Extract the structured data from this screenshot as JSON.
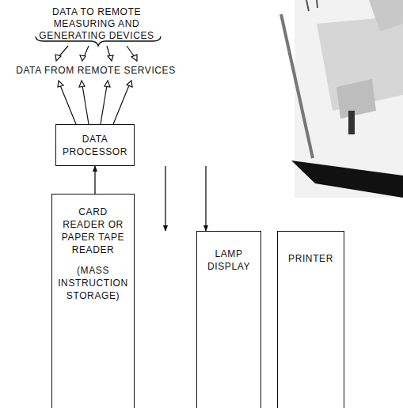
{
  "diagram": {
    "nodes": [
      {
        "text": [
          "DATA PROCESSOR"
        ]
      },
      {
        "text": [
          "CARD READER OR PAPER TAPE READER",
          "(MASS INSTRUCTION STORAGE)"
        ]
      },
      {
        "text": [
          "LAMP DISPLAY"
        ]
      },
      {
        "text": [
          "PRINTER"
        ]
      }
    ],
    "edges": [
      {
        "from": 1,
        "to": 0,
        "arrow": "to"
      },
      {
        "from": 0,
        "to": 2,
        "arrow": "to"
      },
      {
        "from": 0,
        "to": 3,
        "arrow": "to"
      }
    ],
    "labels": [
      "DATA TO REMOTE MEASURING AND GENERATING DEVICES",
      "DATA FROM REMOTE SERVICES"
    ]
  }
}
